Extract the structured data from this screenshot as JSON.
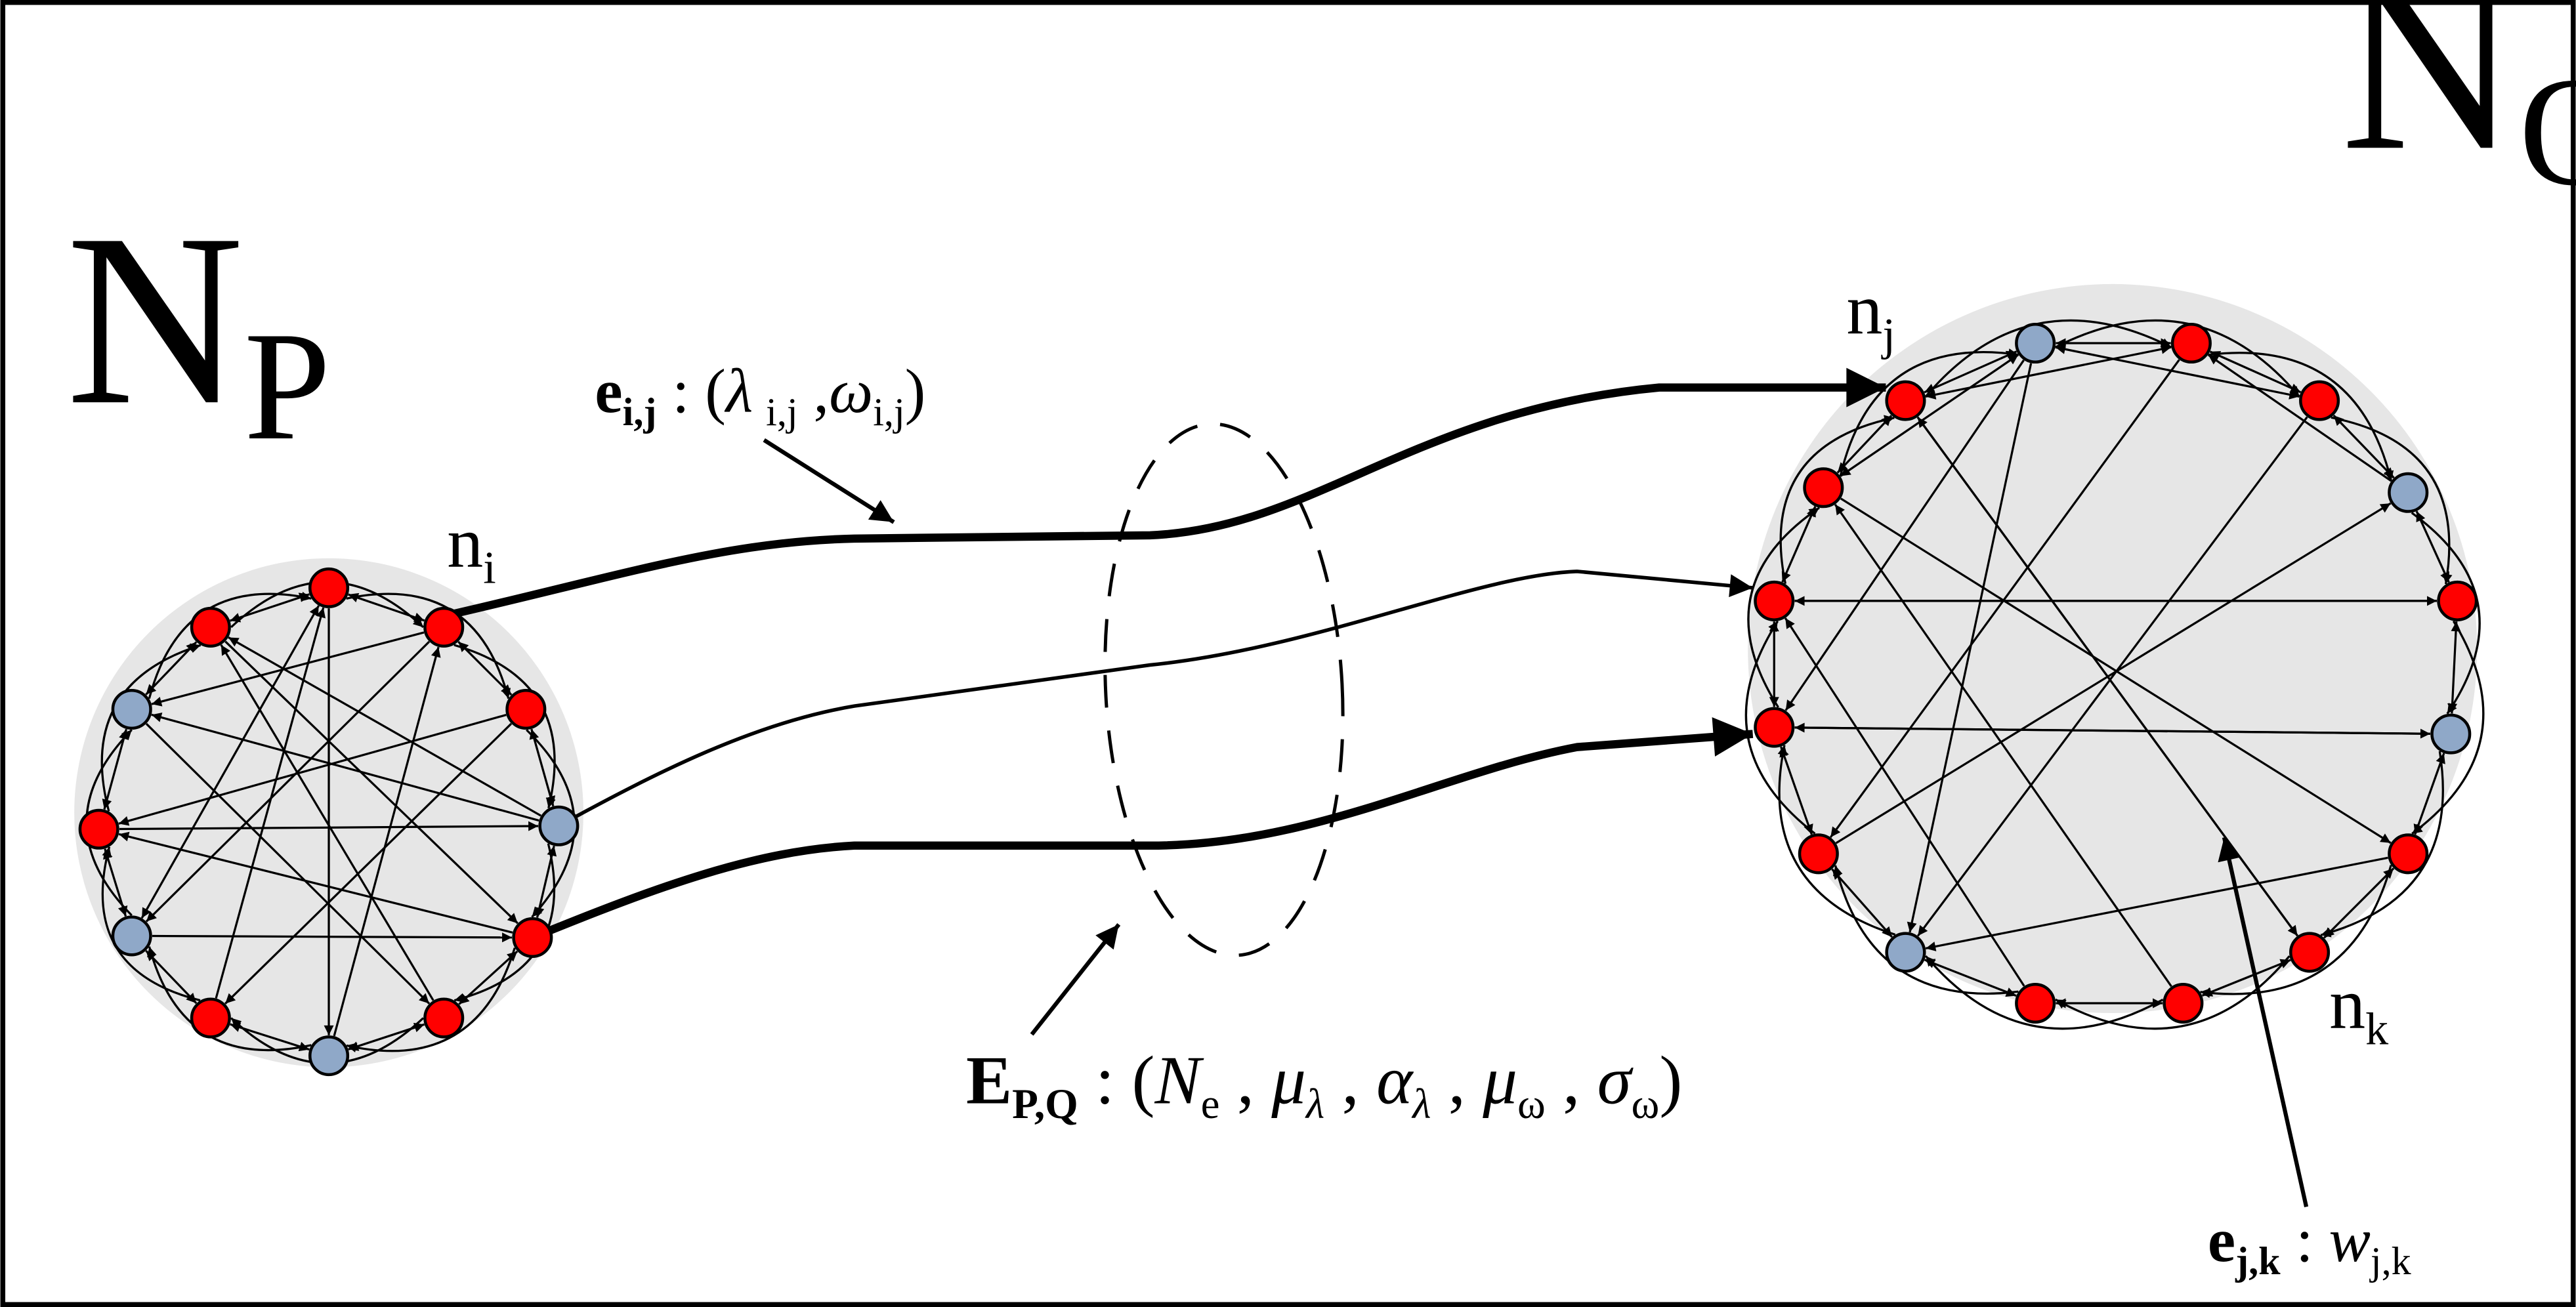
{
  "network_p": {
    "name": "N",
    "sub": "P"
  },
  "network_q": {
    "name": "N",
    "sub": "Q"
  },
  "node_i": {
    "name": "n",
    "sub": "i"
  },
  "node_j": {
    "name": "n",
    "sub": "j"
  },
  "node_k": {
    "name": "n",
    "sub": "k"
  },
  "edge_ij": {
    "sym": "e",
    "sub": "i,j",
    "sep": " : (",
    "lambda": "λ",
    "lambda_sub": "i,j",
    "comma": " ,",
    "omega": "ω",
    "omega_sub": "i,j",
    "close": ")"
  },
  "edge_pq": {
    "sym": "E",
    "sub": "P,Q",
    "open": " : (",
    "ne": "N",
    "ne_sub": "e",
    "mu_l": "μ",
    "mu_l_sub": "λ",
    "al_l": "α",
    "al_l_sub": "λ",
    "mu_w": "μ",
    "mu_w_sub": "ω",
    "sig_w": "σ",
    "sig_w_sub": "ω",
    "comma": " , ",
    "close": ")"
  },
  "edge_jk": {
    "sym": "e",
    "sub": "j,k",
    "sep": " : ",
    "w": "w",
    "w_sub": "j,k"
  },
  "colors": {
    "red_node": "#ff0000",
    "blue_node": "#8fa8c8",
    "cluster_fill": "#e6e6e6"
  }
}
